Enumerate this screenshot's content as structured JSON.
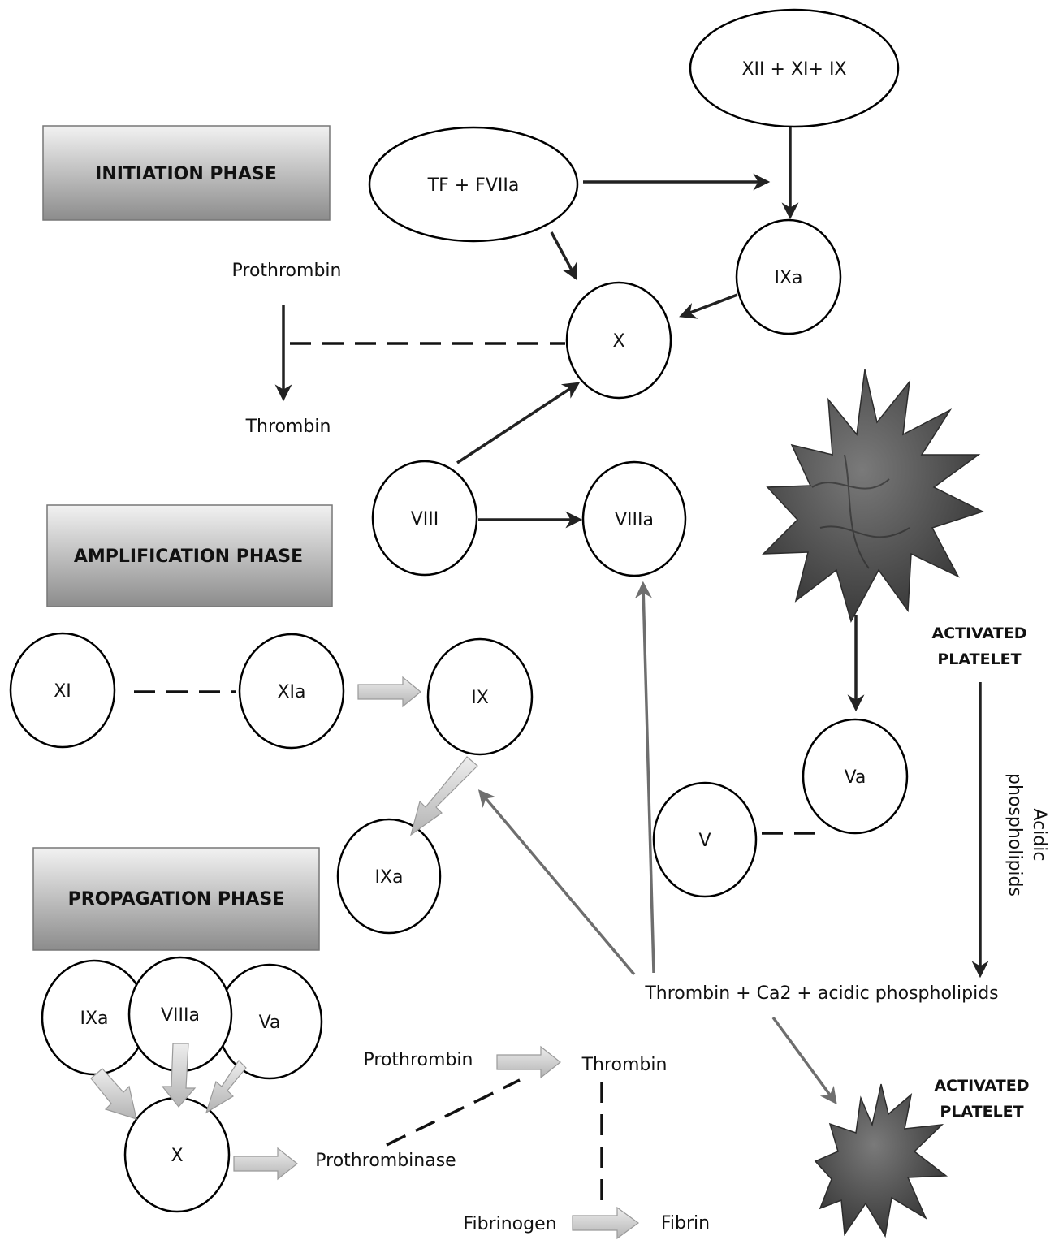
{
  "phases": {
    "initiation": "INITIATION PHASE",
    "amplification": "AMPLIFICATION PHASE",
    "propagation": "PROPAGATION PHASE"
  },
  "initiation": {
    "xii_xi_ix": "XII + XI+ IX",
    "tf_fviia": "TF + FVIIa",
    "ixa": "IXa",
    "x": "X",
    "prothrombin": "Prothrombin",
    "thrombin": "Thrombin"
  },
  "amplification": {
    "viii": "VIII",
    "viiia": "VIIIa",
    "xi": "XI",
    "xia": "XIa",
    "ix": "IX",
    "ixa": "IXa",
    "v": "V",
    "va": "Va"
  },
  "platelet": {
    "activated_line1": "ACTIVATED",
    "activated_line2": "PLATELET",
    "acidic_line1": "Acidic",
    "acidic_line2": "phospholipids",
    "thrombin_complex": "Thrombin + Ca2 + acidic phospholipids",
    "color": "#4a4a4a"
  },
  "propagation": {
    "ixa": "IXa",
    "viiia": "VIIIa",
    "va": "Va",
    "x": "X",
    "prothrombinase": "Prothrombinase",
    "prothrombin": "Prothrombin",
    "thrombin": "Thrombin",
    "fibrinogen": "Fibrinogen",
    "fibrin": "Fibrin"
  },
  "colors": {
    "phase_box_top": "#f2f2f2",
    "phase_box_bottom": "#8c8c8c",
    "gray_arrow": "#6e6e6e",
    "block_arrow": "#c8c8c8"
  }
}
